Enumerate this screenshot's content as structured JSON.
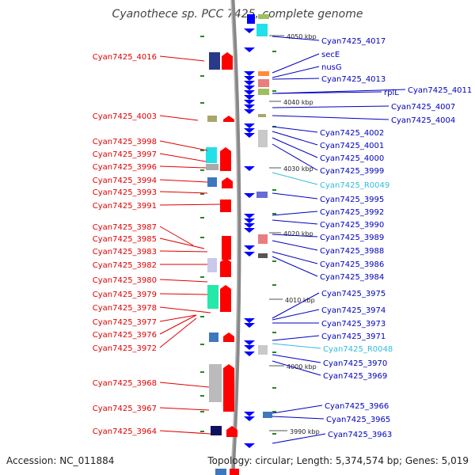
{
  "title": "Cyanothece sp. PCC 7425, complete genome",
  "footer": {
    "accession": "Accession: NC_011884",
    "topology": "Topology: circular; Length: 5,374,574 bp; Genes: 5,019"
  },
  "colors": {
    "left_label": "#e00000",
    "right_label": "#0000c0",
    "rna_label": "#33bbdd",
    "leading_strand": "#ff0000",
    "lagging_strand": "#0000ff",
    "backbone": "#888888",
    "tick": "#228822"
  },
  "scale_labels": [
    "4050 kbp",
    "4040 kbp",
    "4030 kbp",
    "4020 kbp",
    "4010 kbp",
    "4000 kbp",
    "3990 kbp"
  ],
  "left_genes": [
    "Cyan7425_4016",
    "Cyan7425_4003",
    "Cyan7425_3998",
    "Cyan7425_3997",
    "Cyan7425_3996",
    "Cyan7425_3994",
    "Cyan7425_3993",
    "Cyan7425_3991",
    "Cyan7425_3987",
    "Cyan7425_3985",
    "Cyan7425_3983",
    "Cyan7425_3982",
    "Cyan7425_3980",
    "Cyan7425_3979",
    "Cyan7425_3978",
    "Cyan7425_3977",
    "Cyan7425_3976",
    "Cyan7425_3972",
    "Cyan7425_3968",
    "Cyan7425_3967",
    "Cyan7425_3964"
  ],
  "right_genes": [
    "Cyan7425_4017",
    "secE",
    "nusG",
    "Cyan7425_4013",
    "rplL",
    "Cyan7425_4011",
    "Cyan7425_4007",
    "Cyan7425_4004",
    "Cyan7425_4002",
    "Cyan7425_4001",
    "Cyan7425_4000",
    "Cyan7425_3999",
    "Cyan7425_R0049",
    "Cyan7425_3995",
    "Cyan7425_3992",
    "Cyan7425_3990",
    "Cyan7425_3989",
    "Cyan7425_3988",
    "Cyan7425_3986",
    "Cyan7425_3984",
    "Cyan7425_3975",
    "Cyan7425_3974",
    "Cyan7425_3973",
    "Cyan7425_3971",
    "Cyan7425_R0048",
    "Cyan7425_3970",
    "Cyan7425_3969",
    "Cyan7425_3966",
    "Cyan7425_3965",
    "Cyan7425_3963"
  ]
}
